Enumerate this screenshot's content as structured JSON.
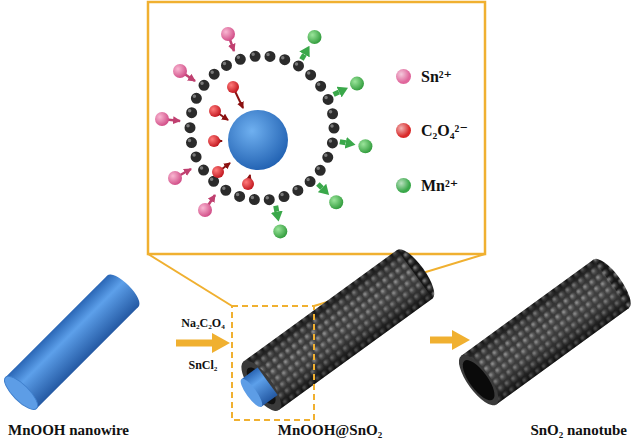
{
  "diagram": {
    "nodes": [
      {
        "text": [
          "MnOOH nanowire"
        ]
      },
      {
        "text": [
          "MnOOH@SnO₂"
        ]
      },
      {
        "text": [
          "SnO₂ nanotube"
        ]
      }
    ],
    "edges": [
      {
        "from": 0,
        "to": 1,
        "arrow": "to"
      },
      {
        "from": 1,
        "to": 2,
        "arrow": "to"
      }
    ],
    "labels": [
      "Na₂C₂O₄",
      "SnCl₂"
    ],
    "legend": [
      {
        "text": "Sn²⁺",
        "color": "#e0679c"
      },
      {
        "text": "C₂O₄²⁻",
        "color": "#d92b2b"
      },
      {
        "text": "Mn²⁺",
        "color": "#3aa84a"
      }
    ]
  }
}
